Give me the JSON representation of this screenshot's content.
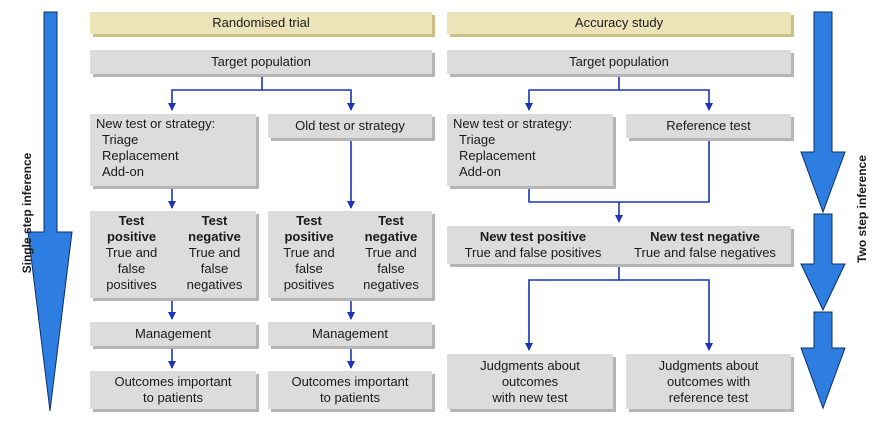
{
  "colors": {
    "arrow_blue": "#1a35b8",
    "side_arrow_blue": "#2e7de0",
    "box_grey": "#dcdcdc",
    "header_tan": "#ece3b8"
  },
  "randomised": {
    "title": "Randomised trial",
    "target": "Target population",
    "new_test": {
      "heading": "New test or strategy:",
      "items": [
        "Triage",
        "Replacement",
        "Add-on"
      ]
    },
    "old_test": "Old test or strategy",
    "new_results": {
      "pos_title_1": "Test",
      "pos_title_2": "positive",
      "pos_1": "True and",
      "pos_2": "false",
      "pos_3": "positives",
      "neg_title_1": "Test",
      "neg_title_2": "negative",
      "neg_1": "True and",
      "neg_2": "false",
      "neg_3": "negatives"
    },
    "old_results": {
      "pos_title_1": "Test",
      "pos_title_2": "positive",
      "pos_1": "True and",
      "pos_2": "false",
      "pos_3": "positives",
      "neg_title_1": "Test",
      "neg_title_2": "negative",
      "neg_1": "True and",
      "neg_2": "false",
      "neg_3": "negatives"
    },
    "management": "Management",
    "outcomes_1": "Outcomes important",
    "outcomes_2": "to patients"
  },
  "accuracy": {
    "title": "Accuracy study",
    "target": "Target population",
    "new_test": {
      "heading": "New test or strategy:",
      "items": [
        "Triage",
        "Replacement",
        "Add-on"
      ]
    },
    "reference": "Reference test",
    "pos_title": "New test positive",
    "pos_text": "True and false positives",
    "neg_title": "New test negative",
    "neg_text": "True and false negatives",
    "judg_new": [
      "Judgments about",
      "outcomes",
      "with new test"
    ],
    "judg_ref": [
      "Judgments about",
      "outcomes with",
      "reference test"
    ]
  },
  "side_labels": {
    "left": "Single step inference",
    "right": "Two step inference"
  }
}
